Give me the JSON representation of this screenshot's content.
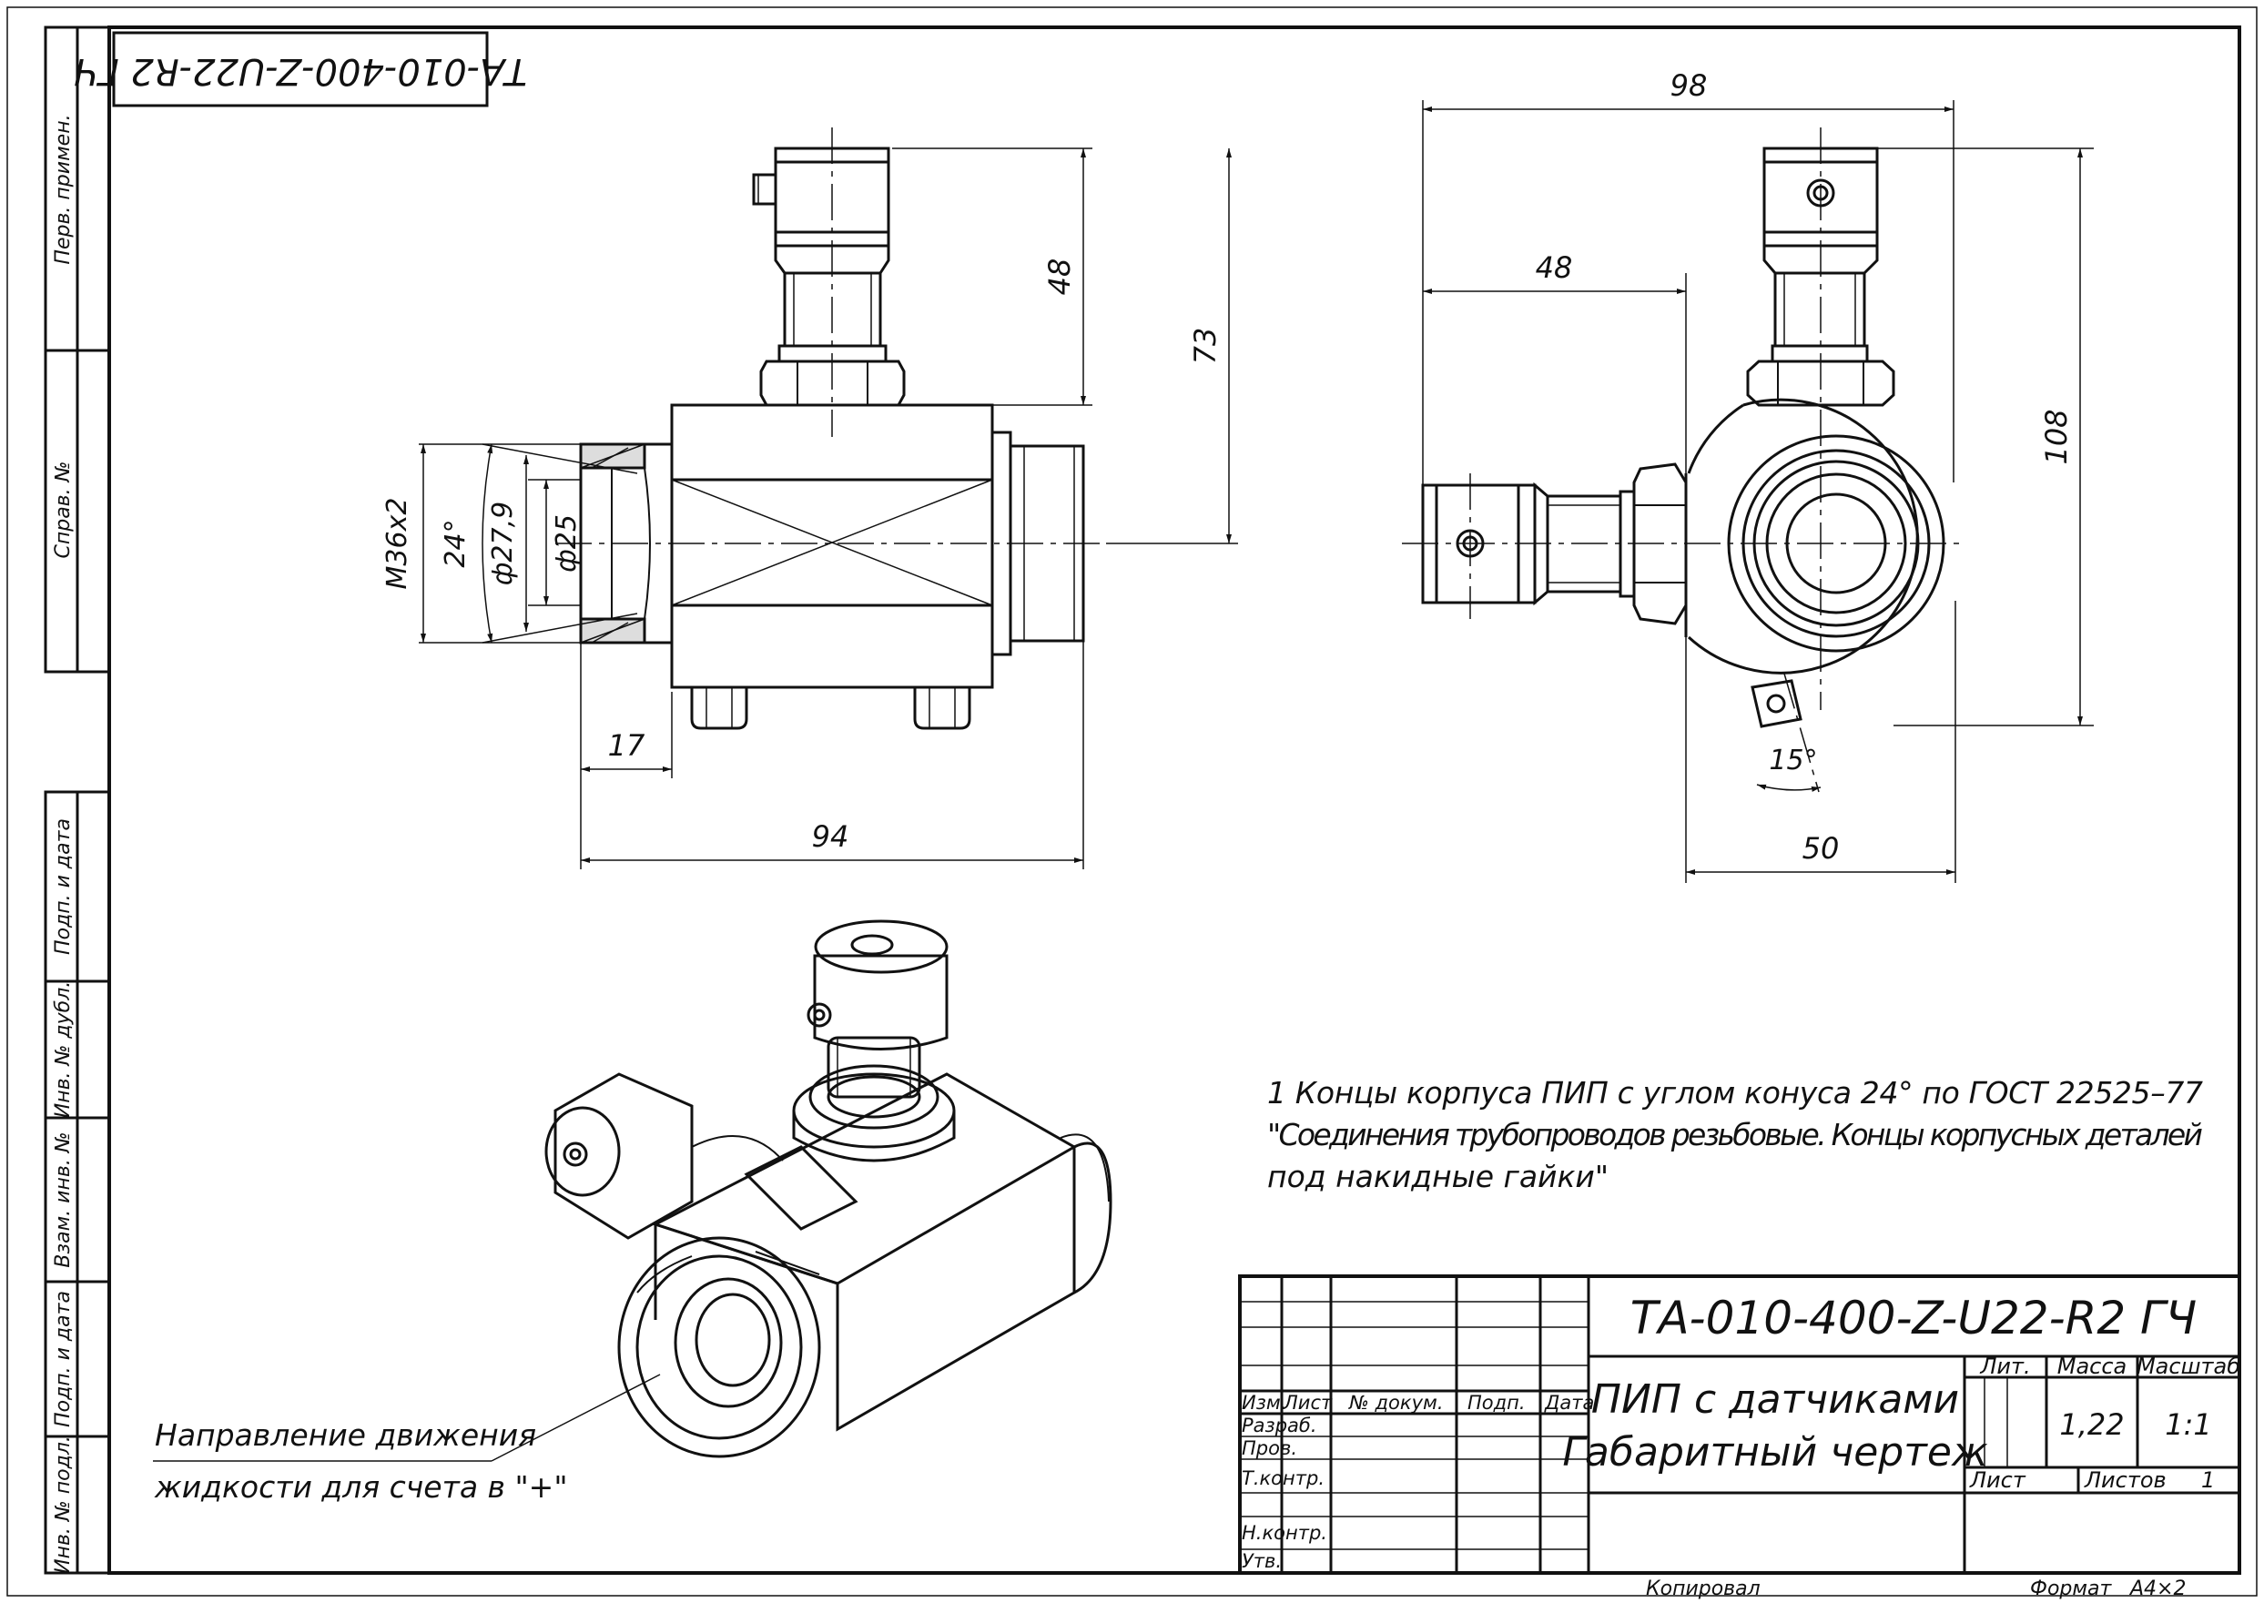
{
  "stamp_rotated": "ТА-010-400-Z-U22-R2 ГЧ",
  "side_strip": {
    "perv_primen": "Перв. примен.",
    "sprav_no": "Справ. №",
    "podp_data_1": "Подп. и дата",
    "inv_dubl": "Инв. № дубл.",
    "vzam_inv": "Взам. инв. №",
    "podp_data_2": "Подп. и дата",
    "inv_podl": "Инв. № подл."
  },
  "front_view": {
    "dim_48": "48",
    "dim_73": "73",
    "dim_m36": "М36х2",
    "dim_24": "24°",
    "dim_d279": "ф27,9",
    "dim_d25": "ф25",
    "dim_17": "17",
    "dim_94": "94"
  },
  "side_view": {
    "dim_98": "98",
    "dim_48": "48",
    "dim_108": "108",
    "dim_15": "15°",
    "dim_50": "50"
  },
  "note": {
    "line1": "1 Концы корпуса ПИП с углом конуса 24° по ГОСТ 22525–77",
    "line2": "\"Соединения трубопроводов резьбовые. Концы корпусных деталей",
    "line3": "под накидные гайки\""
  },
  "flow_label": {
    "line1": "Направление движения",
    "line2": "жидкости  для счета в \"+\""
  },
  "title_block": {
    "designation": "ТА-010-400-Z-U22-R2 ГЧ",
    "name_line1": "ПИП с датчиками",
    "name_line2": "Габаритный чертеж",
    "lit": "Лит.",
    "massa": "Масса",
    "masshtab": "Масштаб",
    "massa_val": "1,22",
    "masshtab_val": "1:1",
    "list": "Лист",
    "listov": "Листов",
    "listov_val": "1",
    "izm": "Изм.",
    "list_col": "Лист",
    "no_dokum": "№ докум.",
    "podp": "Подп.",
    "data": "Дата",
    "razrab": "Разраб.",
    "prov": "Пров.",
    "t_kontr": "Т.контр.",
    "n_kontr": "Н.контр.",
    "utv": "Утв."
  },
  "footer": {
    "kopiroval": "Копировал",
    "format": "Формат",
    "format_val": "А4×2"
  }
}
